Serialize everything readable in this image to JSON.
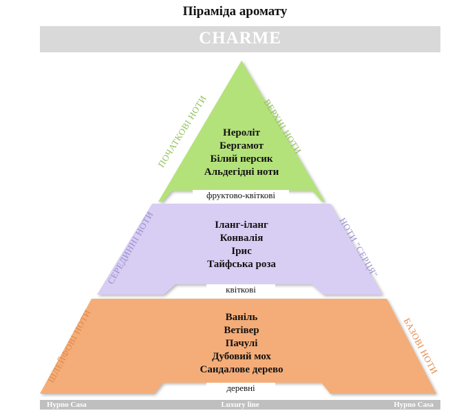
{
  "title": "Піраміда аромату",
  "perfume": "CHARME",
  "colors": {
    "top": "#b4e27a",
    "heart": "#d8cdf2",
    "base": "#f4ad78",
    "band": "#d9d9d9",
    "top_label": "#8fbf55",
    "heart_label": "#9a8fd0",
    "base_label": "#e08a4a"
  },
  "levels": {
    "top": {
      "notes": [
        "Нероліт",
        "Бергамот",
        "Білий персик",
        "Альдегідні ноти"
      ],
      "family": "фруктово-квіткові",
      "left_label": "ПОЧАТКОВІ НОТИ",
      "right_label": "ВЕРХНІ НОТИ"
    },
    "heart": {
      "notes": [
        "Іланг-іланг",
        "Конвалія",
        "Ірис",
        "Тайфська роза"
      ],
      "family": "квіткові",
      "left_label": "СЕРЕДИННІ НОТИ",
      "right_label": "НОТИ \"СЕРЦЯ\""
    },
    "base": {
      "notes": [
        "Ваніль",
        "Ветівер",
        "Пачулі",
        "Дубовий мох",
        "Сандалове дерево"
      ],
      "family": "деревні",
      "left_label": "ШЛЕЙФОВІ НОТИ",
      "right_label": "БАЗОВІ НОТИ"
    }
  },
  "footer": {
    "left": "Hypno Casa",
    "center": "Luxury line",
    "right": "Hypno Casa"
  }
}
